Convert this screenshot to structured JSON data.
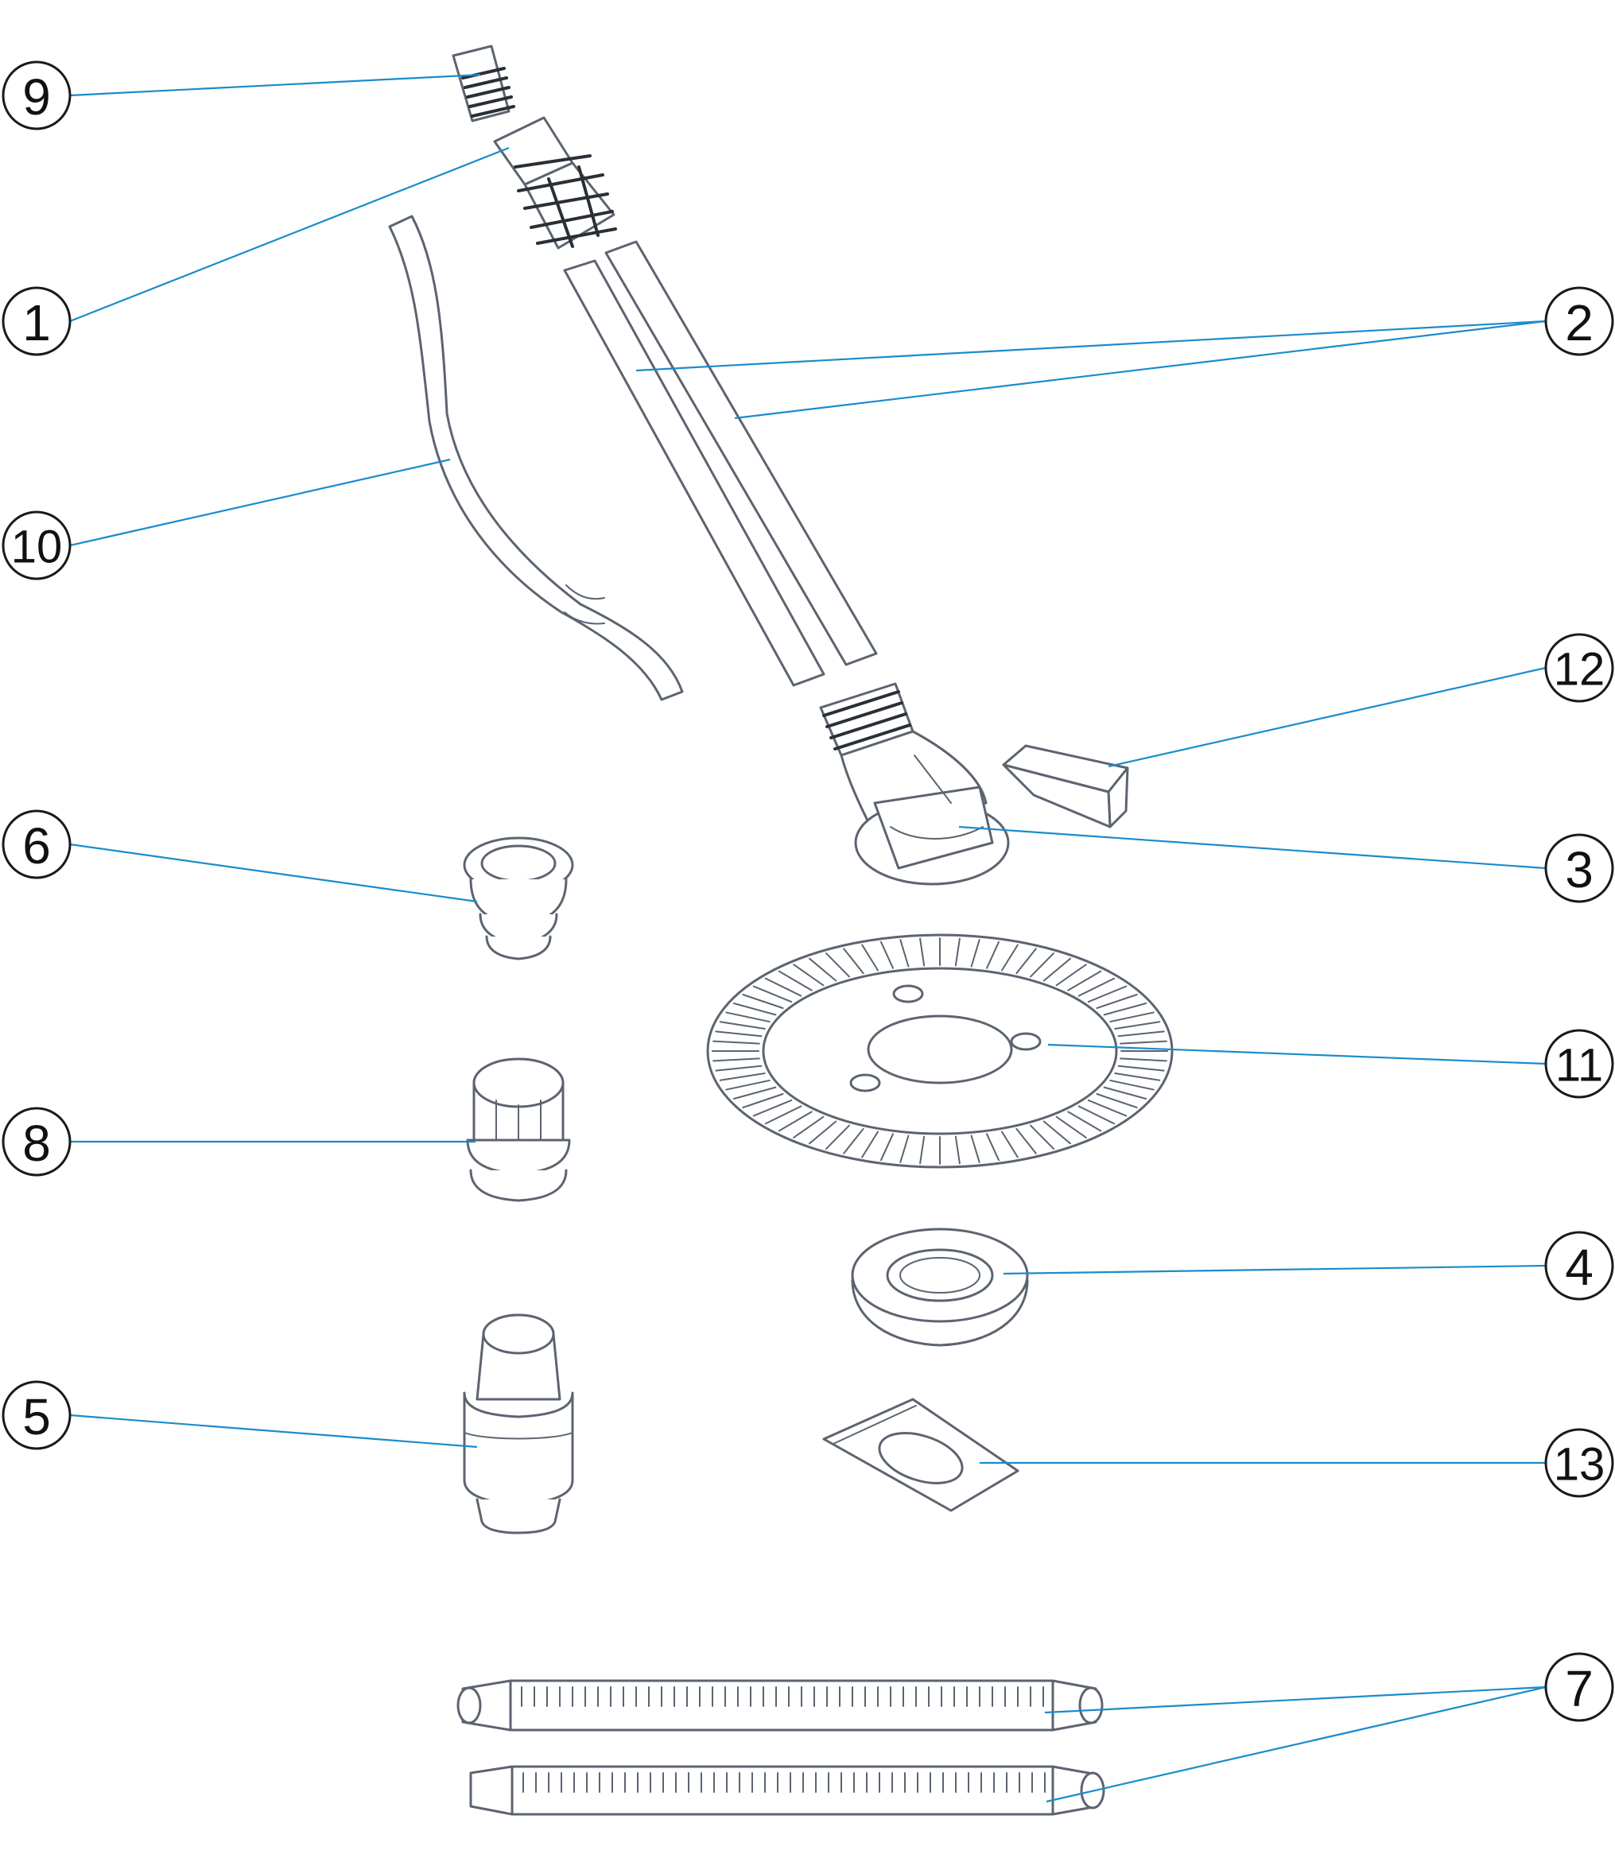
{
  "colors": {
    "leader": "#1a8ccc",
    "outline": "#5c6470",
    "text": "#111111"
  },
  "callouts": [
    {
      "id": "9",
      "label": "9"
    },
    {
      "id": "1",
      "label": "1"
    },
    {
      "id": "10",
      "label": "10"
    },
    {
      "id": "2",
      "label": "2"
    },
    {
      "id": "12",
      "label": "12"
    },
    {
      "id": "3",
      "label": "3"
    },
    {
      "id": "6",
      "label": "6"
    },
    {
      "id": "11",
      "label": "11"
    },
    {
      "id": "8",
      "label": "8"
    },
    {
      "id": "4",
      "label": "4"
    },
    {
      "id": "5",
      "label": "5"
    },
    {
      "id": "13",
      "label": "13"
    },
    {
      "id": "7",
      "label": "7"
    }
  ]
}
